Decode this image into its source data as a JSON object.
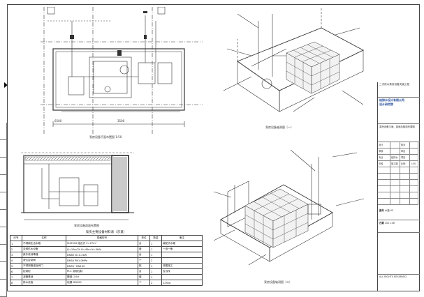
{
  "sheet": {
    "captions": {
      "plan_top": "泵房设备平面布置图 1:50",
      "section_left": "泵房设备剖面布置图",
      "axo_top": "泵房设备轴测图（一）",
      "axo_bottom": "泵房设备轴测图（二）",
      "dim_a": "6500",
      "dim_b": "3500"
    },
    "table": {
      "title": "泵房主要设备材料表（示意）",
      "headers": [
        "序号",
        "名称",
        "规格型号",
        "单位",
        "数量",
        "备注"
      ],
      "rows": [
        [
          "1",
          "不锈钢生活水箱",
          "SUS304 组合式 V=27m³",
          "台",
          "1",
          "装配式水箱"
        ],
        [
          "2",
          "变频供水设备",
          "Q=10m³/h H=45m N=3kW",
          "套",
          "1",
          "一用一备"
        ],
        [
          "3",
          "紫外线消毒器",
          "DN80 N=0.2kW",
          "台",
          "1",
          ""
        ],
        [
          "4",
          "液位控制阀",
          "DN50 PN1.0MPa",
          "个",
          "2",
          ""
        ],
        [
          "5",
          "不锈钢管道及阀门",
          "DN50~DN100",
          "批",
          "1",
          "按图施工"
        ],
        [
          "6",
          "控制柜",
          "PLC 变频控制",
          "台",
          "1",
          "含远传"
        ],
        [
          "7",
          "减震基础",
          "槽钢 [10#",
          "套",
          "1",
          ""
        ],
        [
          "8",
          "排水设施",
          "地漏 DN100",
          "个",
          "2",
          "225kg"
        ]
      ]
    },
    "title_block": {
      "project": "二次供水泵房设备安装工程",
      "company_line1": "给排水设计有限公司",
      "company_line2": "设计研究院",
      "drawing_name": "泵房设备平面、剖面及轴测布置图",
      "grid_labels": [
        "设计",
        "校对",
        "审核",
        "审定",
        "专业",
        "项目",
        "阶段",
        "比例"
      ],
      "grid_values": [
        "",
        "",
        "",
        "",
        "给排水",
        "",
        "施工图",
        "1:50"
      ],
      "sheet_no_label": "图号",
      "sheet_no": "水施-05",
      "date_label": "日期",
      "date": "2021.06",
      "footer": "ALL RIGHTS RESERVED"
    }
  }
}
